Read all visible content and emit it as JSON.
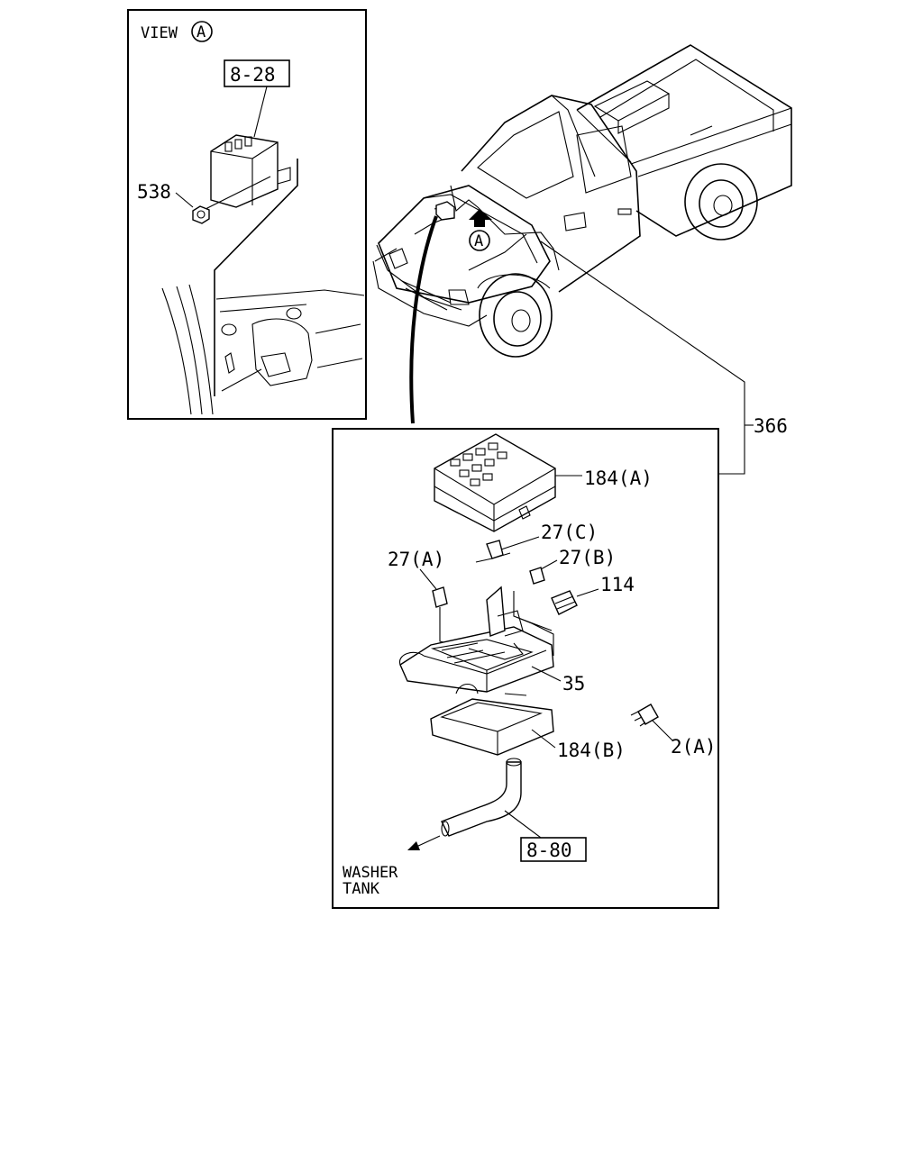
{
  "view_panel": {
    "title": "VIEW",
    "title_circle": "A",
    "ref_box": "8-28",
    "part_538": "538"
  },
  "vehicle": {
    "view_marker": "A"
  },
  "callouts": {
    "p366": "366",
    "p184a": "184(A)",
    "p27c": "27(C)",
    "p27a": "27(A)",
    "p27b": "27(B)",
    "p114": "114",
    "p35": "35",
    "p184b": "184(B)",
    "p2a": "2(A)",
    "ref_8_80": "8-80",
    "washer_line1": "WASHER",
    "washer_line2": "TANK"
  }
}
